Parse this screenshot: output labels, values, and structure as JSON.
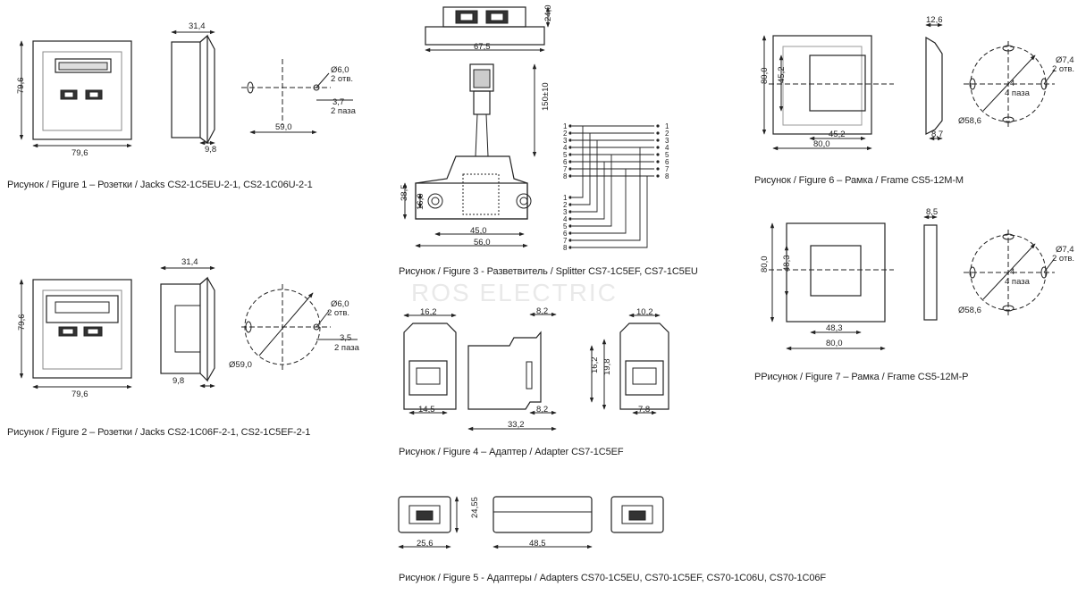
{
  "watermark": "ROS ELECTRIC",
  "captions": {
    "fig1": "Рисунок / Figure 1 – Розетки / Jacks CS2-1C5EU-2-1, CS2-1C06U-2-1",
    "fig2": "Рисунок / Figure 2 – Розетки / Jacks CS2-1C06F-2-1, CS2-1C5EF-2-1",
    "fig3": "Рисунок / Figure 3 - Разветвитель / Splitter CS7-1C5EF, CS7-1C5EU",
    "fig4": "Рисунок / Figure 4 – Адаптер / Adapter CS7-1C5EF",
    "fig5": "Рисунок / Figure 5 - Адаптеры / Adapters CS70-1C5EU, CS70-1C5EF, CS70-1C06U, CS70-1C06F",
    "fig6": "Рисунок / Figure 6 – Рамка / Frame CS5-12M-M",
    "fig7": "PРисунок / Figure 7 – Рамка / Frame CS5-12M-P"
  },
  "dims": {
    "f1": {
      "h": "79,6",
      "w": "79,6",
      "depth": "31,4",
      "base": "9,8",
      "span": "59,0",
      "hole": "Ø6,0",
      "hole_n": "2 отв.",
      "slot": "3,7",
      "slot_n": "2 паза"
    },
    "f2": {
      "h": "79,6",
      "w": "79,6",
      "depth": "31,4",
      "base": "9,8",
      "circ": "Ø59,0",
      "hole": "Ø6,0",
      "hole_n": "2 отв.",
      "slot": "3,5",
      "slot_n": "2 паза"
    },
    "f3": {
      "w_top": "67,5",
      "h_top": "24,0",
      "cable": "150±10",
      "body_h": "38,5",
      "mount_h": "16,0",
      "inner_w": "45,0",
      "outer_w": "56,0"
    },
    "f3_pins": [
      "1",
      "2",
      "3",
      "4",
      "5",
      "6",
      "7",
      "8"
    ],
    "f4": {
      "a": "16,2",
      "b": "14,5",
      "c": "8,2",
      "d": "8,2",
      "e": "33,2",
      "f": "16,2",
      "g": "19,8",
      "h": "10,2",
      "i": "7,8"
    },
    "f5": {
      "h": "24,55",
      "w1": "25,6",
      "w2": "48,5"
    },
    "f6": {
      "top": "12,6",
      "h": "80,0",
      "h_in": "45,2",
      "w_in": "45,2",
      "w": "80,0",
      "side": "8,7",
      "hole": "Ø7,4",
      "hole_n": "2 отв.",
      "slot": "4",
      "slot_n": "4 паза",
      "circ": "Ø58,6"
    },
    "f7": {
      "top": "8,5",
      "h": "80,0",
      "h_in": "48,3",
      "w_in": "48,3",
      "w": "80,0",
      "hole": "Ø7,4",
      "hole_n": "2 отв.",
      "slot": "4",
      "slot_n": "4 паза",
      "circ": "Ø58,6"
    }
  }
}
